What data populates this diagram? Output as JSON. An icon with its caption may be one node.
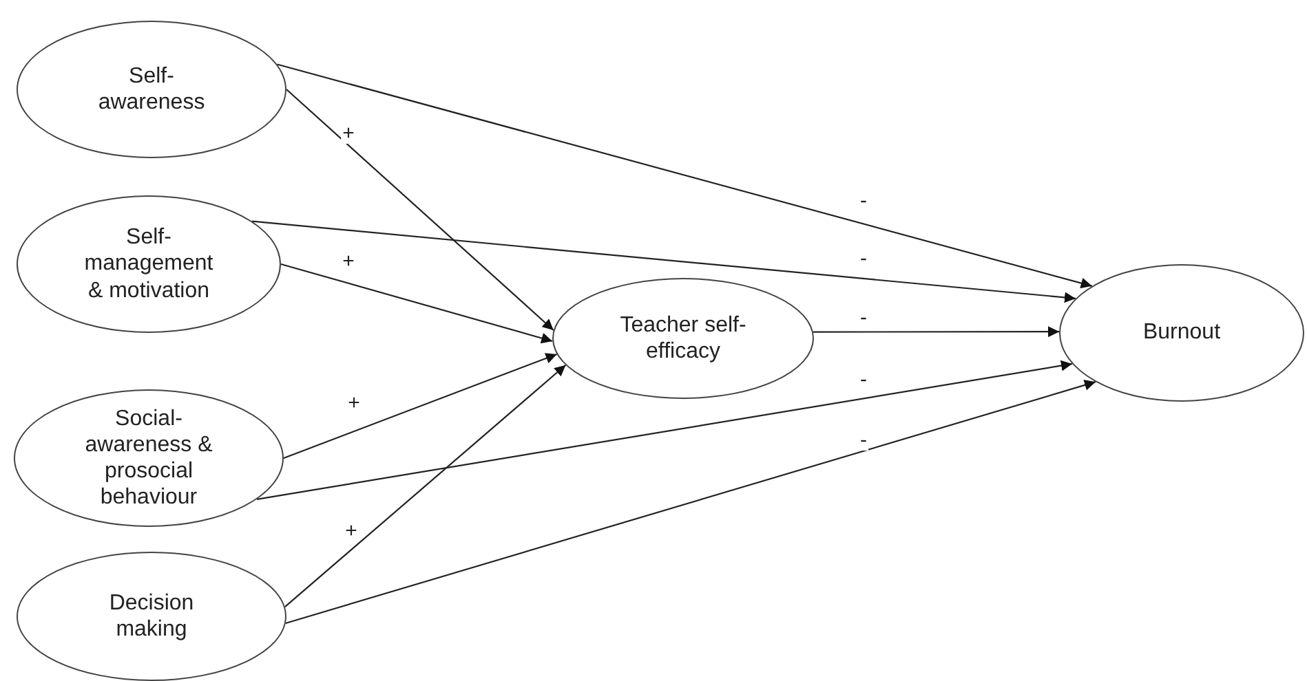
{
  "diagram": {
    "nodes": [
      {
        "text": [
          "Self- awareness"
        ]
      },
      {
        "text": [
          "Self- management & motivation"
        ]
      },
      {
        "text": [
          "Social- awareness & prosocial behaviour"
        ]
      },
      {
        "text": [
          "Decision making"
        ]
      },
      {
        "text": [
          "Teacher self-efficacy"
        ]
      },
      {
        "text": [
          "Burnout"
        ]
      }
    ],
    "edges": [
      {
        "from": 0,
        "to": 4,
        "arrow": "to",
        "label": "+"
      },
      {
        "from": 1,
        "to": 4,
        "arrow": "to",
        "label": "+"
      },
      {
        "from": 2,
        "to": 4,
        "arrow": "to",
        "label": "+"
      },
      {
        "from": 3,
        "to": 4,
        "arrow": "to",
        "label": "+"
      },
      {
        "from": 0,
        "to": 5,
        "arrow": "to",
        "label": "-"
      },
      {
        "from": 1,
        "to": 5,
        "arrow": "to",
        "label": "-"
      },
      {
        "from": 4,
        "to": 5,
        "arrow": "to",
        "label": "-"
      },
      {
        "from": 2,
        "to": 5,
        "arrow": "to",
        "label": "-"
      },
      {
        "from": 3,
        "to": 5,
        "arrow": "to",
        "label": "-"
      }
    ]
  }
}
